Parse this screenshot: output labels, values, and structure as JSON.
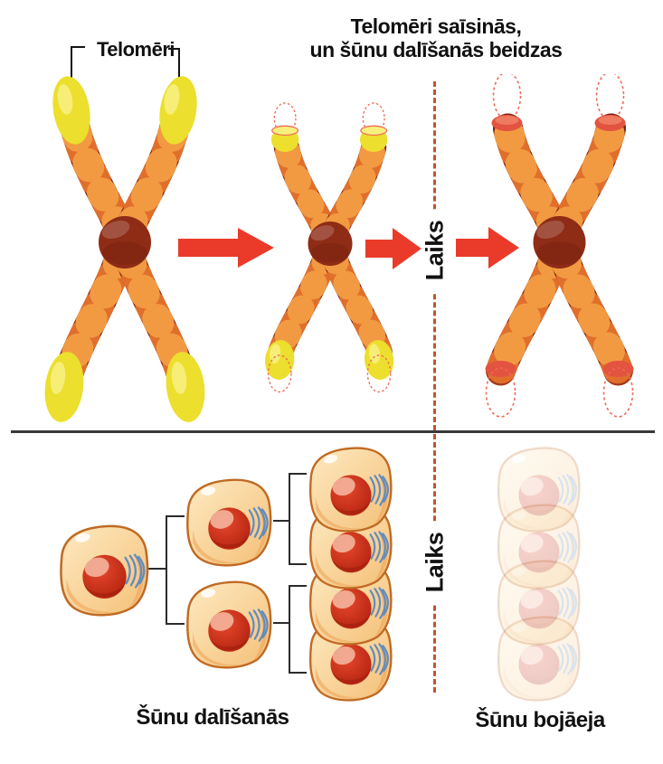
{
  "title": {
    "line1": "Telomēri saīsinās,",
    "line2": "un šūnu dalīšanās beidzas"
  },
  "labels": {
    "telomeres": "Telomēri",
    "time_axis_top": "Laiks",
    "time_axis_bottom": "Laiks",
    "cell_division": "Šūnu dalīšanās",
    "cell_death": "Šūnu bojāeja"
  },
  "figures": {
    "stage1": "chromosome-with-full-telomeres",
    "stage2": "chromosome-with-shortened-telomeres",
    "stage3": "chromosome-with-lost-telomeres",
    "arrows": "red-right-arrows-between-stages",
    "bottom_left": "cell-division-tree-1-to-2-to-4",
    "bottom_right": "faded-dying-cells-stack-of-4"
  },
  "colors": {
    "ink": "#111111",
    "line": "#2b2b2b",
    "arrow": "#ea3b2a",
    "dash": "#c2552f",
    "arm": "#a23a1f",
    "armdark": "#7c2413",
    "stripe": "#e06f2b",
    "stripe2": "#f29a41",
    "telomere": "#ecdf2d",
    "telomere_hl": "#f7f07e",
    "centromere": "#8e2c16",
    "cut": "#e25340",
    "ghost": "#ef6b57",
    "cell_stroke": "#c06a23",
    "cell_light": "#fdeac2",
    "cell_dark": "#f5c078",
    "cell_shade": "#eda255",
    "nucleus_light": "#e8492d",
    "nucleus_dark": "#ab1e0c",
    "nucleus_hl": "#f2ae97",
    "organelle": "#5f8cc0"
  }
}
